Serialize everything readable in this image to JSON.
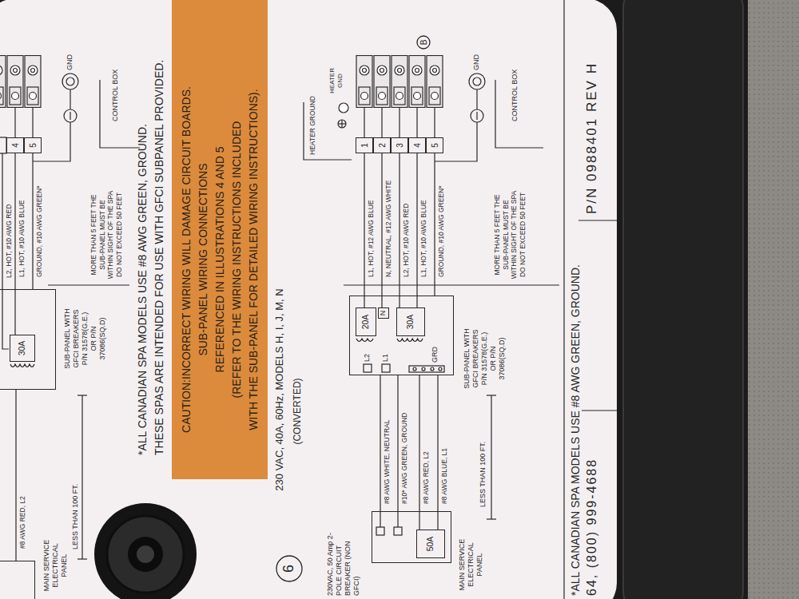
{
  "diagram": {
    "title": "230 VAC, 40A, 60Hz, MODELS H, I, J, M, N",
    "nodes": [
      {
        "text": [
          "SUB-PANEL WITH GFCI BREAKERS P/N 31578(G.E.) OR P/N 37086(SQ.D)"
        ]
      },
      {
        "text": [
          "30A"
        ],
        "in": 0
      },
      {
        "text": [
          "MAIN SERVICE ELECTRICAL PANEL"
        ]
      },
      {
        "text": [
          "4"
        ]
      },
      {
        "text": [
          "5"
        ]
      },
      {
        "text": [
          "CAUTION:INCORRECT WIRING WILL DAMAGE CIRCUIT BOARDS.",
          "SUB-PANEL WIRING CONNECTIONS",
          "REFERENCED IN ILLUSTRATIONS 4 AND 5",
          "(REFER TO THE WIRING INSTRUCTIONS INCLUDED",
          "WITH THE SUB-PANEL FOR DETAILED WIRING INSTRUCTIONS)."
        ]
      },
      {
        "text": [
          "6"
        ]
      },
      {
        "text": [
          "1"
        ]
      },
      {
        "text": [
          "2"
        ]
      },
      {
        "text": [
          "3"
        ]
      },
      {
        "text": [
          "4"
        ]
      },
      {
        "text": [
          "5"
        ]
      },
      {
        "text": [
          "B"
        ]
      },
      {
        "text": [
          "SUB-PANEL WITH GFCI BREAKERS P/N 31578(G.E.) OR P/N 37086(SQ.D)"
        ]
      },
      {
        "text": [
          "N"
        ],
        "in": 13
      },
      {
        "text": [
          "20A"
        ],
        "in": 13
      },
      {
        "text": [
          "30A"
        ],
        "in": 13
      },
      {
        "text": [
          "MAIN SERVICE ELECTRICAL PANEL"
        ]
      },
      {
        "text": [
          "50A"
        ],
        "in": 17
      }
    ],
    "edges": [
      {
        "from": 3,
        "to": 1,
        "arrow": "none",
        "label": "L1, HOT, #10 AWG BLUE"
      },
      {
        "from": 4,
        "to": 0,
        "arrow": "none",
        "label": "GROUND, #10 AWG GREEN*"
      },
      {
        "from": 0,
        "to": 2,
        "arrow": "none",
        "label": "#8 AWG RED, L2"
      },
      {
        "from": 7,
        "to": 15,
        "arrow": "none",
        "label": "L1, HOT, #12 AWG BLUE"
      },
      {
        "from": 8,
        "to": 14,
        "arrow": "none",
        "label": "N, NEUTRAL, #12 AWG WHITE"
      },
      {
        "from": 9,
        "to": 16,
        "arrow": "none",
        "label": "L2, HOT, #10 AWG RED"
      },
      {
        "from": 10,
        "to": 16,
        "arrow": "none",
        "label": "L1, HOT, #10 AWG BLUE"
      },
      {
        "from": 11,
        "to": 13,
        "arrow": "none",
        "label": "GROUND, #10 AWG GREEN*"
      },
      {
        "from": 13,
        "to": 17,
        "arrow": "none",
        "label": "#8 AWG WHITE, NEUTRAL"
      },
      {
        "from": 13,
        "to": 17,
        "arrow": "none",
        "label": "#10* AWG GREEN, GROUND"
      },
      {
        "from": 13,
        "to": 18,
        "arrow": "none",
        "label": "#8 AWG RED, L2"
      },
      {
        "from": 13,
        "to": 18,
        "arrow": "none",
        "label": "#8 AWG BLUE, L1"
      }
    ],
    "labels": [
      "*ALL CANADIAN SPA MODELS USE #8 AWG GREEN, GROUND.",
      "THESE SPAS ARE INTENDED FOR USE WITH GFCI SUBPANEL PROVIDED.",
      "L2, HOT, #10 AWG RED",
      "GND",
      "CONTROL BOX",
      "MORE THAN 5 FEET THE SUB-PANEL MUST BE WITHIN SIGHT OF THE SPA DO NOT EXCEED 50 FEET",
      "LESS THAN 100 FT.",
      "(CONVERTED)",
      "HEATER GND",
      "HEATER GROUND",
      "GND",
      "CONTROL BOX",
      "L2",
      "L1",
      "GRD",
      "MORE THAN 5 FEET THE SUB-PANEL MUST BE WITHIN SIGHT OF THE SPA DO NOT EXCEED 50 FEET",
      "230VAC, 50 Amp 2-POLE CIRCUIT BREAKER (NON GFCI)",
      "LESS THAN 100 FT.",
      "*ALL CANADIAN SPA MODELS USE #8 AWG GREEN, GROUND.",
      "64, (800) 999-4688",
      "P/N 0988401 REV H"
    ]
  }
}
